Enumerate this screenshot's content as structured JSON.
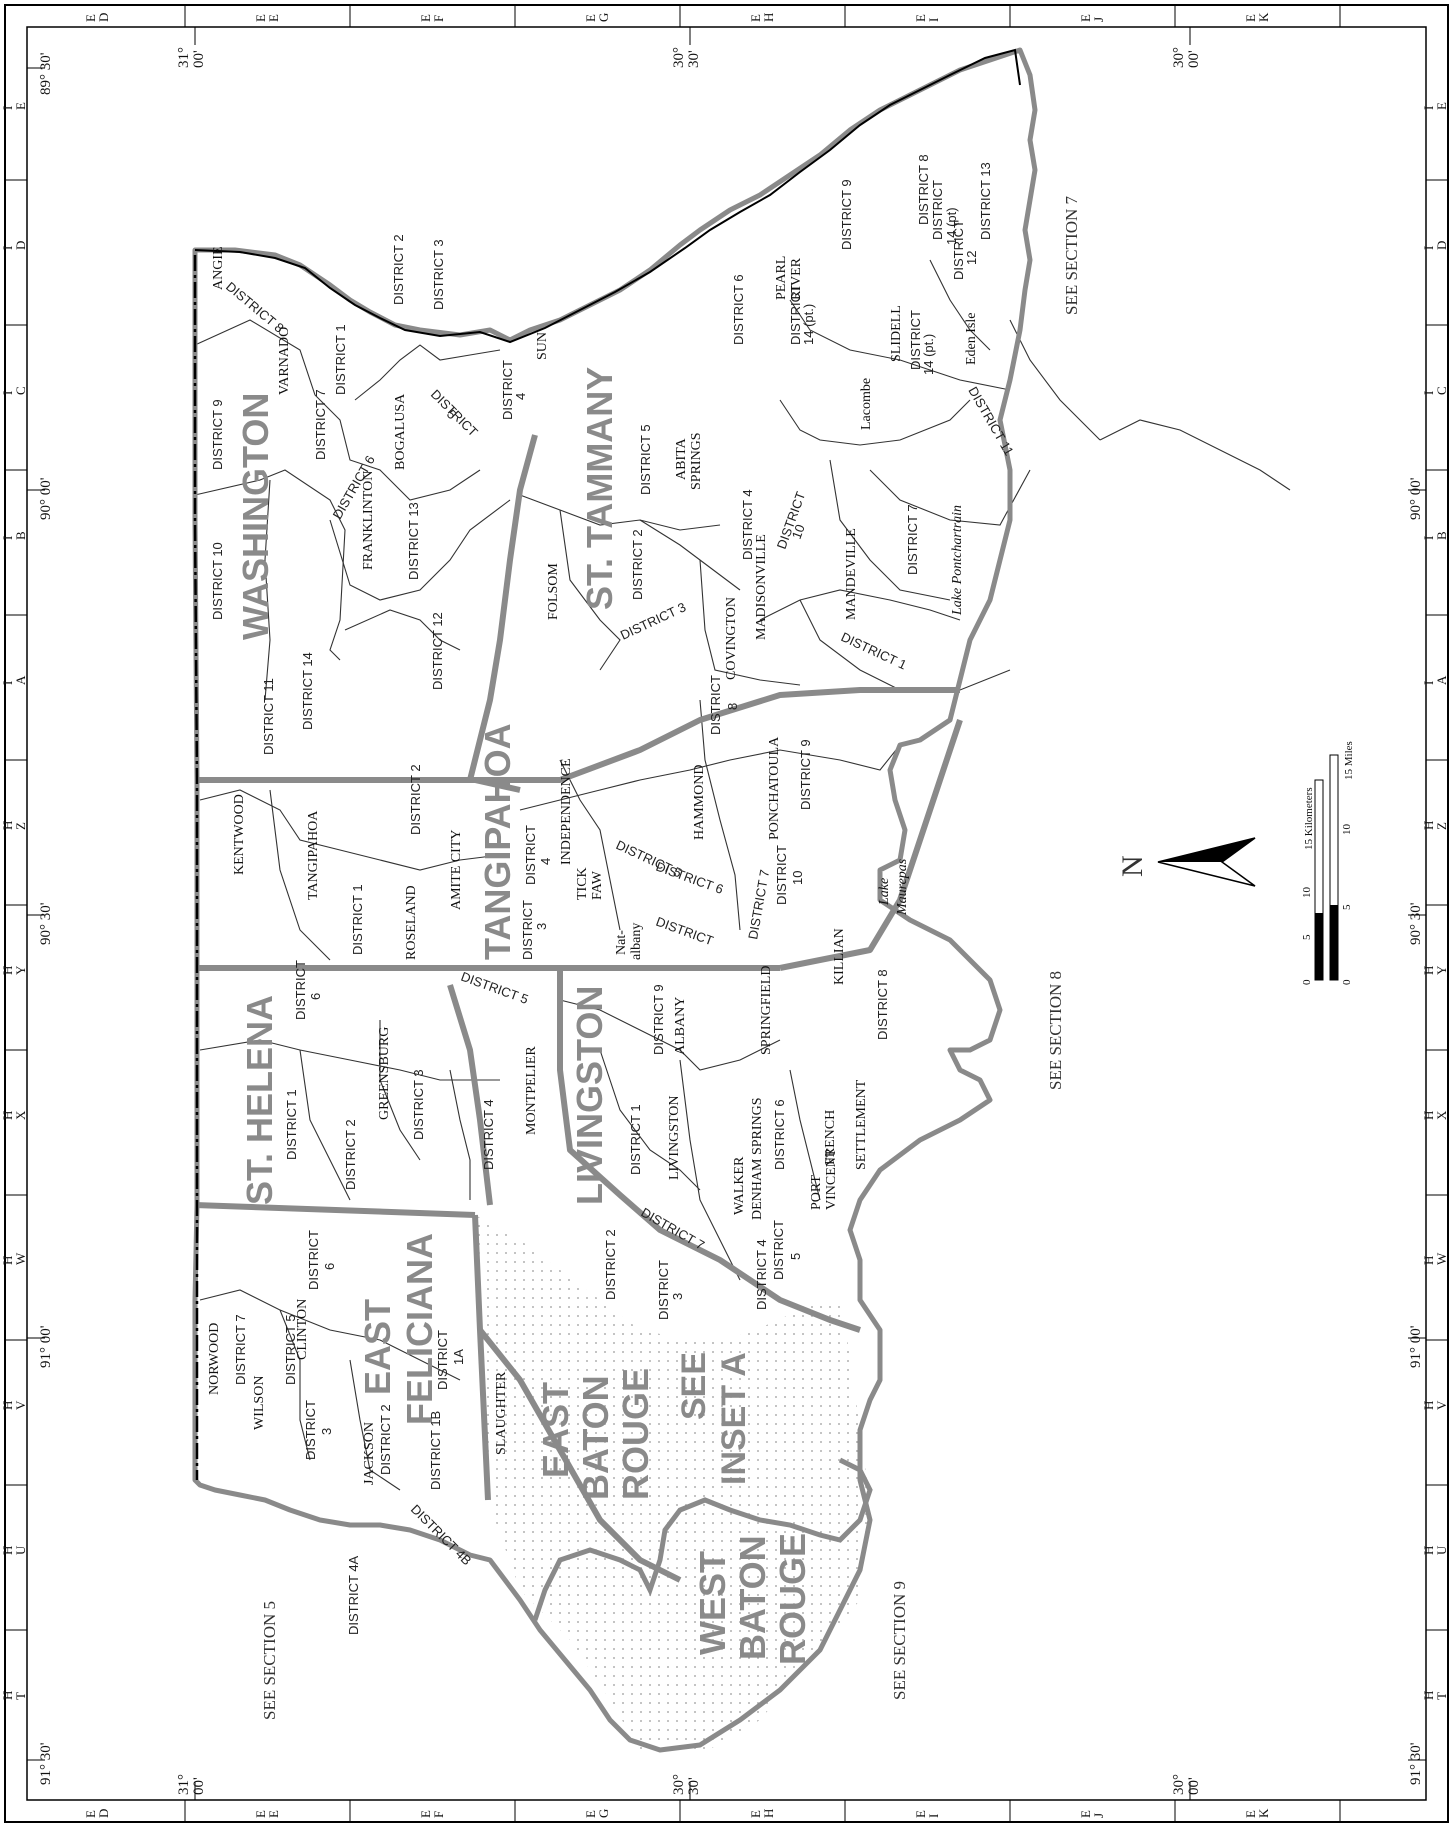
{
  "parishes": {
    "washington": "WASHINGTON",
    "st_tammany": "ST. TAMMANY",
    "tangipahoa": "TANGIPAHOA",
    "st_helena": "ST. HELENA",
    "livingston": "LIVINGSTON",
    "east_feliciana_1": "EAST",
    "east_feliciana_2": "FELICIANA",
    "east_baton_rouge_1": "EAST",
    "east_baton_rouge_2": "BATON",
    "east_baton_rouge_3": "ROUGE",
    "west_baton_rouge_1": "WEST",
    "west_baton_rouge_2": "BATON",
    "west_baton_rouge_3": "ROUGE",
    "inset_1": "SEE",
    "inset_2": "INSET A"
  },
  "see_sections": {
    "s5": "SEE SECTION 5",
    "s7": "SEE SECTION 7",
    "s8": "SEE SECTION 8",
    "s9": "SEE SECTION 9"
  },
  "districts": {
    "wa_d8": "DISTRICT 8",
    "wa_d1": "DISTRICT 1",
    "wa_d2": "DISTRICT 2",
    "wa_d3": "DISTRICT 3",
    "wa_d4": "DISTRICT",
    "wa_d4n": "4",
    "wa_d5": "DISTRICT",
    "wa_d5n": "5",
    "wa_d9": "DISTRICT 9",
    "wa_d7": "DISTRICT 7",
    "wa_d6": "DISTRICT 6",
    "wa_d10": "DISTRICT 10",
    "wa_d11": "DISTRICT 11",
    "wa_d13": "DISTRICT 13",
    "wa_d12": "DISTRICT 12",
    "wa_d14": "DISTRICT 14",
    "st_d6": "DISTRICT 6",
    "st_d9": "DISTRICT 9",
    "st_d8": "DISTRICT 8",
    "st_d14a": "DISTRICT",
    "st_d14an": "14 (pt)",
    "st_d13": "DISTRICT 13",
    "st_d12": "DISTRICT",
    "st_d12n": "12",
    "st_d14b": "DISTRICT",
    "st_d14bn": "14 (pt.)",
    "st_d14c": "DISTRICT",
    "st_d14cn": "14 (pt.)",
    "st_d11": "DISTRICT 11",
    "st_d5": "DISTRICT 5",
    "st_d4": "DISTRICT 4",
    "st_d10": "DISTRICT",
    "st_d10n": "10",
    "st_d7": "DISTRICT 7",
    "st_d2": "DISTRICT 2",
    "st_d3": "DISTRICT 3",
    "st_d1": "DISTRICT 1",
    "ta_d2": "DISTRICT 2",
    "ta_d8": "DISTRICT",
    "ta_d8n": "8",
    "ta_d9": "DISTRICT 9",
    "ta_d1": "DISTRICT 1",
    "ta_d4": "DISTRICT",
    "ta_d4n": "4",
    "ta_d3": "DISTRICT",
    "ta_d3n": "3",
    "ta_d5": "DISTRICT 5",
    "ta_d6": "DISTRICT 6",
    "ta_d7": "DISTRICT 7",
    "ta_d10": "DISTRICT",
    "ta_d10n": "10",
    "ta_d5b": "DISTRICT",
    "sh_d6": "DISTRICT",
    "sh_d6n": "6",
    "sh_d5": "DISTRICT 5",
    "sh_d1": "DISTRICT 1",
    "sh_d2": "DISTRICT 2",
    "sh_d3": "DISTRICT 3",
    "sh_d4": "DISTRICT 4",
    "li_d9": "DISTRICT 9",
    "li_d8": "DISTRICT 8",
    "li_d1": "DISTRICT 1",
    "li_d6": "DISTRICT 6",
    "li_d2": "DISTRICT 2",
    "li_d7": "DISTRICT 7",
    "li_d3": "DISTRICT",
    "li_d3n": "3",
    "li_d4": "DISTRICT 4",
    "li_d5": "DISTRICT",
    "li_d5n": "5",
    "ef_d6": "DISTRICT",
    "ef_d6n": "6",
    "ef_d7": "DISTRICT 7",
    "ef_d5": "DISTRICT 5",
    "ef_d1a": "DISTRICT",
    "ef_d1an": "1A",
    "ef_d3": "DISTRICT",
    "ef_d3n": "3",
    "ef_d2": "DISTRICT 2",
    "ef_d1b": "DISTRICT 1B",
    "ef_d4a": "DISTRICT 4A",
    "ef_d4b": "DISTRICT 4B"
  },
  "places": {
    "angie": "ANGIE",
    "varnado": "VARNADO",
    "bogalusa": "BOGALUSA",
    "franklinton": "FRANKLINTON",
    "sun": "SUN",
    "pearl_river_1": "PEARL",
    "pearl_river_2": "RIVER",
    "slidell": "SLIDELL",
    "eden_isle": "Eden Isle",
    "lacombe": "Lacombe",
    "abita_1": "ABITA",
    "abita_2": "SPRINGS",
    "mandeville": "MANDEVILLE",
    "madisonville": "MADISONVILLE",
    "covington": "COVINGTON",
    "folsom": "FOLSOM",
    "kentwood": "KENTWOOD",
    "tangipahoa": "TANGIPAHOA",
    "amite_city": "AMITE CITY",
    "roseland": "ROSELAND",
    "independence": "INDEPENDENCE",
    "tickfaw_1": "TICK",
    "tickfaw_2": "FAW",
    "natalbany_1": "Nat-",
    "natalbany_2": "albany",
    "hammond": "HAMMOND",
    "ponchatoula": "PONCHATOULA",
    "greensburg": "GREENSBURG",
    "montpelier": "MONTPELIER",
    "albany": "ALBANY",
    "springfield": "SPRINGFIELD",
    "killian": "KILLIAN",
    "livingston": "LIVINGSTON",
    "walker": "WALKER",
    "denham": "DENHAM SPRINGS",
    "port_vincent_1": "PORT",
    "port_vincent_2": "VINCENT",
    "french_1": "FRENCH",
    "french_2": "SETTLEMENT",
    "norwood": "NORWOOD",
    "wilson": "WILSON",
    "clinton": "CLINTON",
    "jackson": "JACKSON",
    "slaughter": "SLAUGHTER"
  },
  "water": {
    "pontchartrain": "Lake Pontchartrain",
    "maurepas_1": "Lake",
    "maurepas_2": "Maurepas"
  },
  "grid_letters": [
    "E\nD",
    "E\nE",
    "E\nF",
    "E\nG",
    "E\nH",
    "E\nI",
    "E\nJ",
    "E\nK"
  ],
  "side_letters": [
    "H\nT",
    "H\nU",
    "H\nV",
    "H\nW",
    "H\nX",
    "H\nY",
    "H\nZ",
    "I\nA",
    "I\nB",
    "I\nC",
    "I\nD",
    "I\nE"
  ],
  "coords": {
    "lon_left_bottom": "91° 30'",
    "lon_left_top": "89° 30'",
    "lon_90": "90° 00'",
    "lon_9030": "90° 30'",
    "lon_91": "91° 00'",
    "lat_31": "31°\n00'",
    "lat_3030": "30°\n30'",
    "lat_30": "30°\n00'",
    "lat_right_top": "90° 00'",
    "lat_right_bottom": "91° 30'"
  },
  "scale": {
    "km_label": "15 Kilometers",
    "mi_label": "15 Miles",
    "km_ticks": [
      "0",
      "5",
      "10",
      "15"
    ],
    "mi_ticks": [
      "0",
      "5",
      "10"
    ]
  },
  "north": "N",
  "colors": {
    "parish_boundary": "#8a8a8a",
    "district_line": "#333333",
    "dot_fill": "#bbbbbb"
  }
}
